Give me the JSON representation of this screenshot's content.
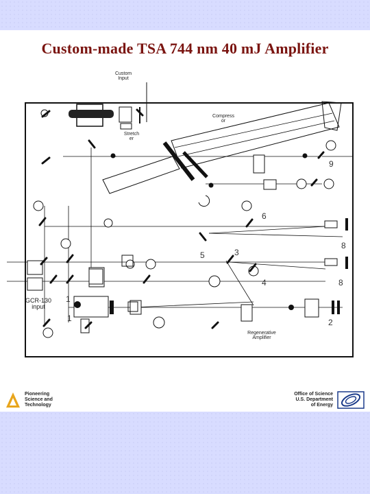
{
  "title": "Custom-made TSA 744 nm 40 mJ Amplifier",
  "labels": {
    "custom_input": "Custom Input",
    "stretcher": "Stretch er",
    "compressor": "Compress or",
    "gcr_input": "GCR-130 input",
    "regen_amplifier": "Regenerative Amplifier"
  },
  "numbers": {
    "n9": "9",
    "n6": "6",
    "n8a": "8",
    "n5": "5",
    "n3": "3",
    "n4": "4",
    "n8b": "8",
    "n1a": "1",
    "n1b": "1",
    "n2": "2"
  },
  "footer": {
    "left_text": "Pioneering Science and Technology",
    "right_text": "Office of Science U.S. Department of Energy"
  },
  "colors": {
    "title": "#7a1410",
    "band": "#d8dcff",
    "logo_orange": "#e8a51c",
    "logo_blue": "#1a3a8a"
  }
}
